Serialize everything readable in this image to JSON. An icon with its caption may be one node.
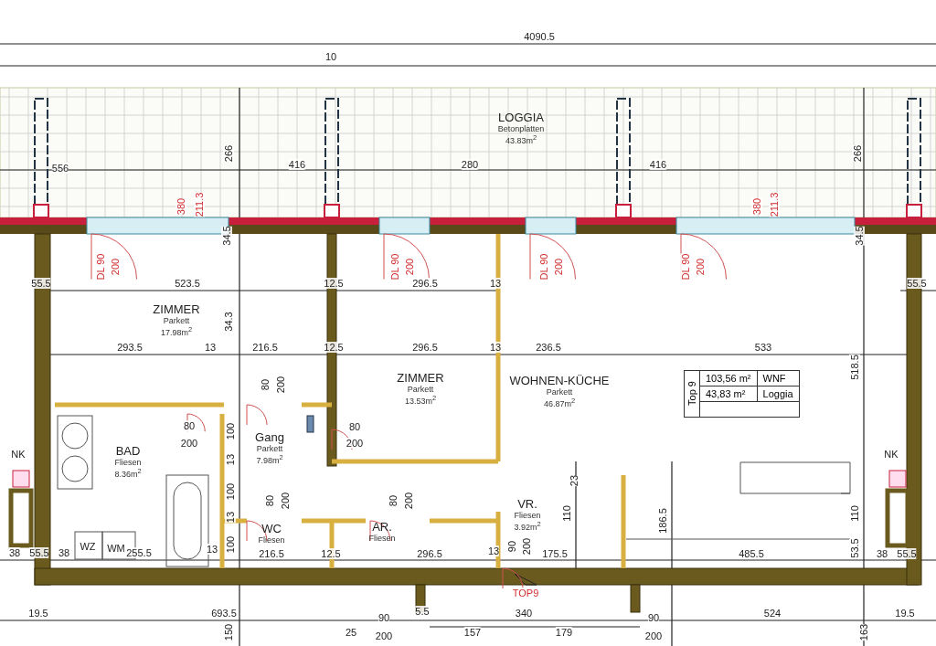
{
  "diagram": {
    "nodes": [
      {
        "text": [
          "LOGGIA",
          "Betonplatten",
          "43.83m$^{2}$"
        ]
      },
      {
        "text": [
          "ZIMMER",
          "Parkett",
          "17.98m$^{2}$"
        ]
      },
      {
        "text": [
          "BAD",
          "Fliesen",
          "8.36m$^{2}$"
        ]
      },
      {
        "text": [
          "Gang",
          "Parkett",
          "7.98m$^{2}$"
        ]
      },
      {
        "text": [
          "ZIMMER",
          "Parkett",
          "13.53m$^{2}$"
        ]
      },
      {
        "text": [
          "WOHNEN-KÜCHE",
          "Parkett",
          "46.87m$^{2}$"
        ]
      },
      {
        "text": [
          "WC",
          "Fliesen"
        ]
      },
      {
        "text": [
          "AR.",
          "Fliesen"
        ]
      },
      {
        "text": [
          "VR.",
          "Fliesen",
          "3.92m$^{2}$"
        ]
      }
    ],
    "edges": [],
    "labels": [
      "4090.5",
      "10",
      "556",
      "266",
      "416",
      "280",
      "416",
      "266",
      "380",
      "211.3",
      "380",
      "211.3",
      "34.5",
      "34.5",
      "DL 90",
      "200",
      "DL 90",
      "200",
      "DL 90",
      "200",
      "DL 90",
      "200",
      "55.5",
      "523.5",
      "12.5",
      "296.5",
      "13",
      "55.5",
      "34.3",
      "293.5",
      "13",
      "216.5",
      "12.5",
      "296.5",
      "13",
      "236.5",
      "533",
      "518.5",
      "80",
      "200",
      "80",
      "200",
      "100",
      "80",
      "200",
      "13",
      "NK",
      "NK",
      "23",
      "100",
      "80",
      "200",
      "80",
      "200",
      "13",
      "110",
      "186.5",
      "110",
      "100",
      "WZ",
      "WM",
      "90",
      "200",
      "38",
      "55.5",
      "38",
      "255.5",
      "13",
      "216.5",
      "12.5",
      "296.5",
      "13",
      "175.5",
      "485.5",
      "53.5",
      "38",
      "55.5",
      "TOP9",
      "19.5",
      "693.5",
      "5.5",
      "340",
      "524",
      "19.5",
      "90",
      "200",
      "90",
      "200",
      "150",
      "25",
      "157",
      "179",
      "163",
      "Top 9",
      "103,56 m²",
      "WNF",
      "43,83 m²",
      "Loggia"
    ]
  }
}
